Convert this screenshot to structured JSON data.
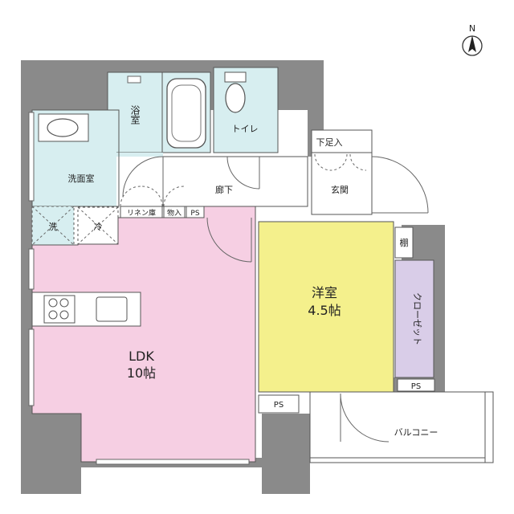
{
  "rooms": {
    "bath": "浴室",
    "toilet": "トイレ",
    "washroom": "洗面室",
    "hallway": "廊下",
    "entrance": "玄関",
    "shoe_storage": "下足入",
    "linen": "リネン庫",
    "storage": "物入",
    "ps_top": "PS",
    "ps_right": "PS",
    "ps_bottom": "PS",
    "washer": "洗",
    "fridge": "冷",
    "western_room": "洋室",
    "western_room_size": "4.5帖",
    "ldk": "LDK",
    "ldk_size": "10帖",
    "shelf": "棚",
    "closet": "クローゼット",
    "balcony": "バルコニー"
  },
  "compass": {
    "label": "N"
  },
  "colors": {
    "wet_area": "#d7eef0",
    "ldk": "#f6cfe3",
    "western_room": "#f4f08c",
    "closet": "#d9cde8",
    "wall": "#8a8a8a"
  }
}
